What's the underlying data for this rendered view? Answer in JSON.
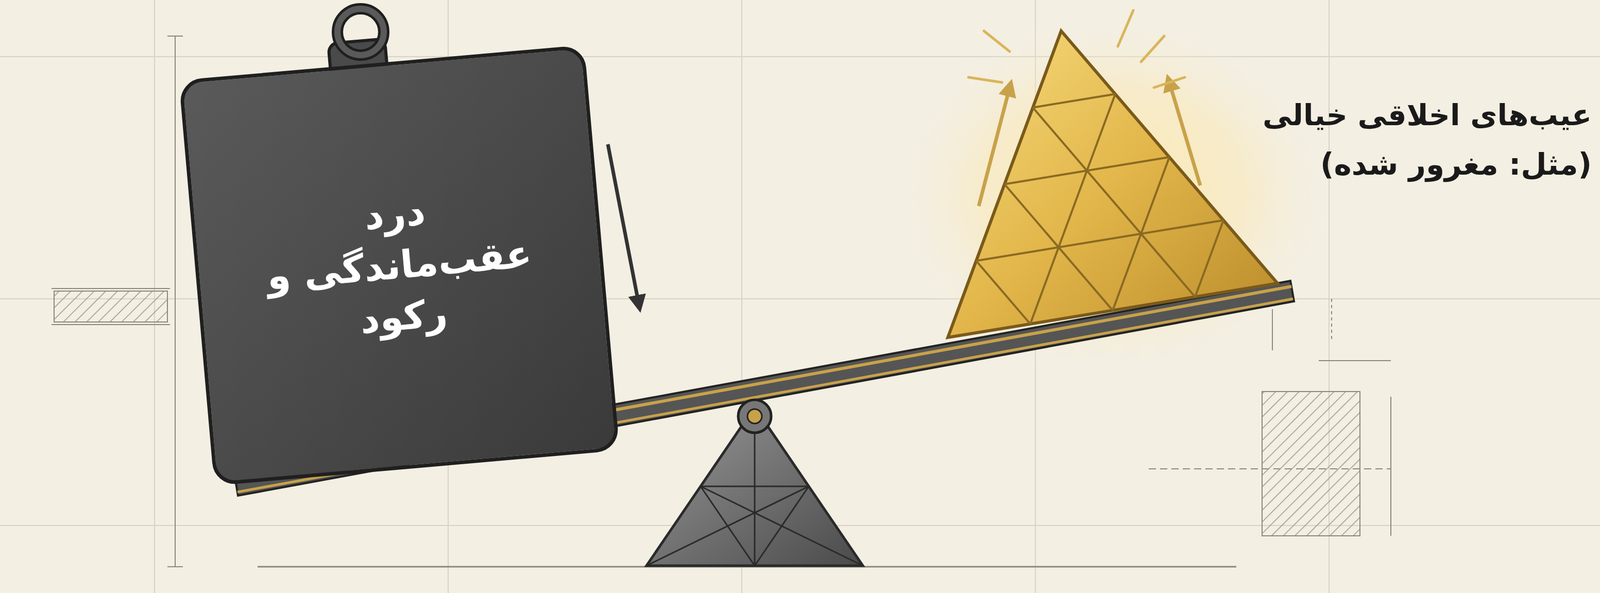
{
  "diagram": {
    "nodes": [
      {
        "text": [
          "درد عقب‌ماندگی و رکود"
        ]
      },
      {
        "text": [
          "عیب‌های اخلاقی خیالی",
          "(مثل: مغرور شده)"
        ]
      }
    ]
  }
}
